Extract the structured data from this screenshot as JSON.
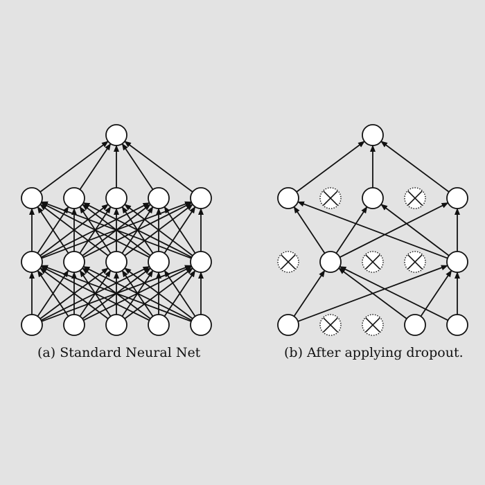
{
  "captions": {
    "standard": "(a) Standard Neural Net",
    "dropout": "(b) After applying dropout."
  },
  "colors": {
    "background": "#e3e3e3",
    "stroke": "#111111"
  },
  "networks": [
    {
      "id": "standard",
      "layers": [
        {
          "name": "output",
          "units": [
            true
          ]
        },
        {
          "name": "hidden-2",
          "units": [
            true,
            true,
            true,
            true,
            true
          ]
        },
        {
          "name": "hidden-1",
          "units": [
            true,
            true,
            true,
            true,
            true
          ]
        },
        {
          "name": "input",
          "units": [
            true,
            true,
            true,
            true,
            true
          ]
        }
      ],
      "connections": "all"
    },
    {
      "id": "dropout",
      "layers": [
        {
          "name": "output",
          "units": [
            true
          ]
        },
        {
          "name": "hidden-2",
          "units": [
            true,
            false,
            true,
            false,
            true
          ]
        },
        {
          "name": "hidden-1",
          "units": [
            false,
            true,
            false,
            false,
            true
          ]
        },
        {
          "name": "input",
          "units": [
            true,
            false,
            false,
            true,
            true
          ]
        }
      ],
      "connections": "active-only"
    }
  ]
}
